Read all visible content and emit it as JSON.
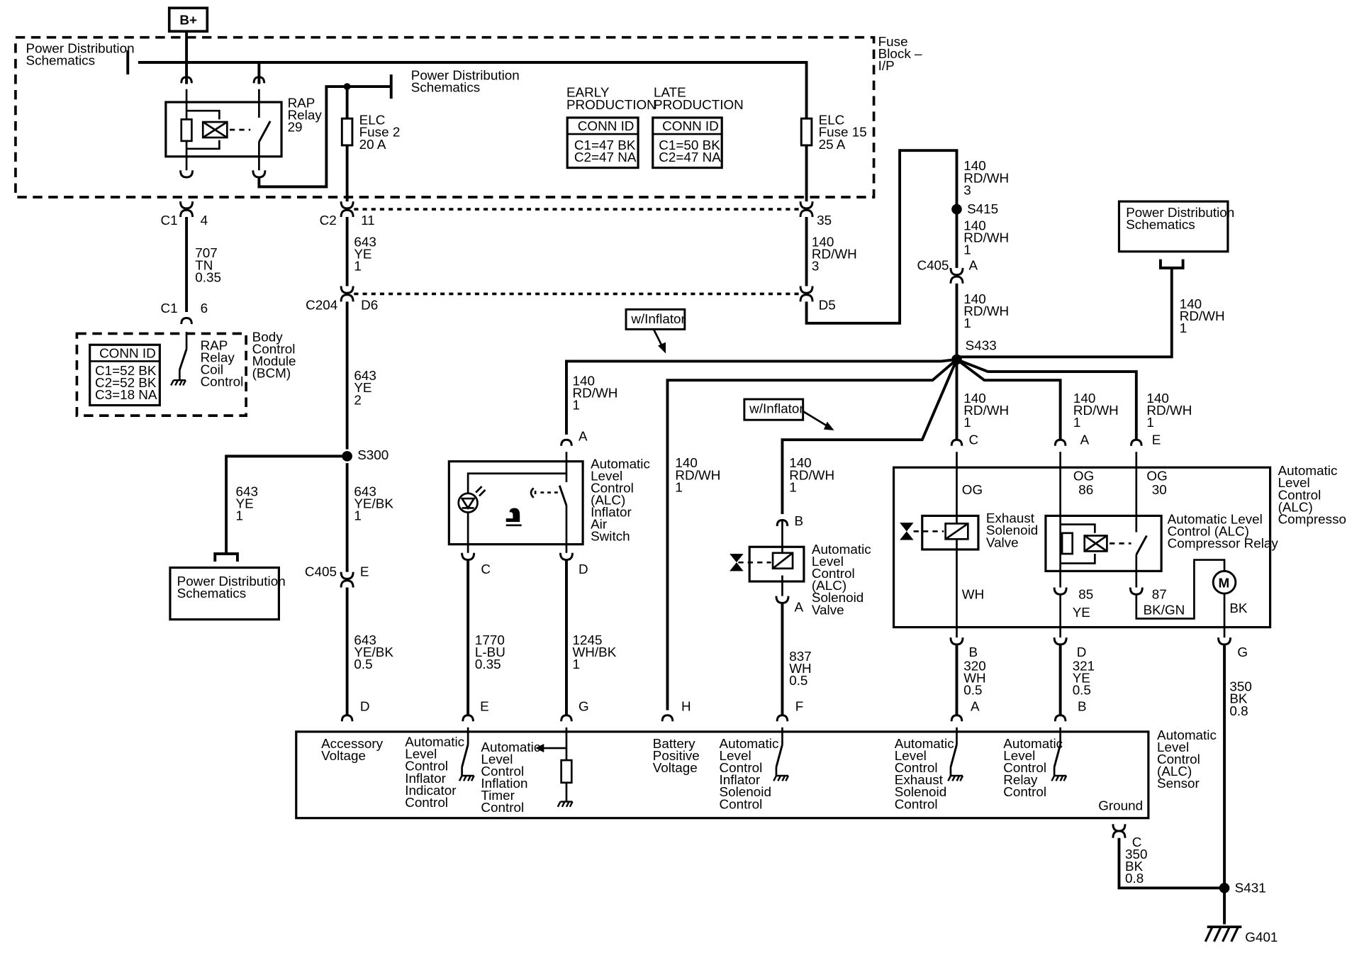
{
  "battery": {
    "label": "B+"
  },
  "fuse_block": {
    "label": [
      "Fuse",
      "Block –",
      "I/P"
    ]
  },
  "pd_top_left": [
    "Power Distribution",
    "Schematics"
  ],
  "pd_top_mid": [
    "Power Distribution",
    "Schematics"
  ],
  "pd_right": [
    "Power Distribution",
    "Schematics"
  ],
  "pd_left": [
    "Power Distribution",
    "Schematics"
  ],
  "rap_relay": [
    "RAP",
    "Relay",
    "29"
  ],
  "elc_fuse_2": [
    "ELC",
    "Fuse 2",
    "20 A"
  ],
  "elc_fuse_15": [
    "ELC",
    "Fuse 15",
    "25 A"
  ],
  "production": {
    "early": {
      "header": [
        "EARLY",
        "PRODUCTION"
      ],
      "conn_title": "CONN ID",
      "rows": [
        "C1=47 BK",
        "C2=47 NA"
      ]
    },
    "late": {
      "header": [
        "LATE",
        "PRODUCTION"
      ],
      "conn_title": "CONN ID",
      "rows": [
        "C1=50 BK",
        "C2=47 NA"
      ]
    }
  },
  "bcm": {
    "conn_title": "CONN ID",
    "rows": [
      "C1=52 BK",
      "C2=52 BK",
      "C3=18 NA"
    ],
    "rap_label": [
      "RAP",
      "Relay",
      "Coil",
      "Control"
    ],
    "title": [
      "Body",
      "Control",
      "Module",
      "(BCM)"
    ]
  },
  "connectors": {
    "c1_4": [
      "C1",
      "4"
    ],
    "c2_11": [
      "C2",
      "11"
    ],
    "pin_35": "35",
    "c1_6": [
      "C1",
      "6"
    ],
    "c204": [
      "C204",
      "D6"
    ],
    "d5": "D5",
    "c405_a": [
      "C405",
      "A"
    ],
    "c405_e": [
      "C405",
      "E"
    ]
  },
  "splices": {
    "s415": "S415",
    "s433": "S433",
    "s300": "S300",
    "s431": "S431"
  },
  "wires": {
    "w707": [
      "707",
      "TN",
      "0.35"
    ],
    "w643_c2": [
      "643",
      "YE",
      "1"
    ],
    "w140_35": [
      "140",
      "RD/WH",
      "3"
    ],
    "w643_2": [
      "643",
      "YE",
      "2"
    ],
    "w643_s300": [
      "643",
      "YE",
      "1"
    ],
    "w643_ybk1": [
      "643",
      "YE/BK",
      "1"
    ],
    "w643_ybk05": [
      "643",
      "YE/BK",
      "0.5"
    ],
    "w140_top": [
      "140",
      "RD/WH",
      "3"
    ],
    "w140_s415": [
      "140",
      "RD/WH",
      "1"
    ],
    "w140_c405": [
      "140",
      "RD/WH",
      "1"
    ],
    "w140_pd": [
      "140",
      "RD/WH",
      "1"
    ],
    "w140_switch": [
      "140",
      "RD/WH",
      "1"
    ],
    "w140_batt": [
      "140",
      "RD/WH",
      "1"
    ],
    "w140_sol": [
      "140",
      "RD/WH",
      "1"
    ],
    "w140_c": [
      "140",
      "RD/WH",
      "1"
    ],
    "w140_a": [
      "140",
      "RD/WH",
      "1"
    ],
    "w140_e": [
      "140",
      "RD/WH",
      "1"
    ],
    "w1770": [
      "1770",
      "L-BU",
      "0.35"
    ],
    "w1245": [
      "1245",
      "WH/BK",
      "1"
    ],
    "w837": [
      "837",
      "WH",
      "0.5"
    ],
    "w320": [
      "320",
      "WH",
      "0.5"
    ],
    "w321": [
      "321",
      "YE",
      "0.5"
    ],
    "w350_g": [
      "350",
      "BK",
      "0.8"
    ],
    "w350_c": [
      "350",
      "BK",
      "0.8"
    ]
  },
  "w_inflator_1": "w/Inflator",
  "w_inflator_2": "w/Inflator",
  "inflator_switch": [
    "Automatic",
    "Level",
    "Control",
    "(ALC)",
    "Inflator",
    "Air",
    "Switch"
  ],
  "solenoid_valve": [
    "Automatic",
    "Level",
    "Control",
    "(ALC)",
    "Solenoid",
    "Valve"
  ],
  "compressor": [
    "Automatic",
    "Level",
    "Control",
    "(ALC)",
    "Compressor"
  ],
  "exhaust_valve": [
    "Exhaust",
    "Solenoid",
    "Valve"
  ],
  "compressor_relay": [
    "Automatic Level",
    "Control (ALC)",
    "Compressor Relay"
  ],
  "motor_label": "M",
  "compressor_pins": {
    "og1": "OG",
    "og2": "OG",
    "n86": "86",
    "og3": "OG",
    "n30": "30",
    "wh": "WH",
    "n85": "85",
    "ye": "YE",
    "n87": "87",
    "bkgn": "BK/GN",
    "bk": "BK"
  },
  "pins": {
    "a_sw": "A",
    "c_sw": "C",
    "d_sw": "D",
    "b_sol": "B",
    "a_sol": "A",
    "c_comp": "C",
    "a_comp": "A",
    "e_comp": "E",
    "b_comp": "B",
    "d_comp": "D",
    "g_comp": "G",
    "d_mod": "D",
    "e_mod": "E",
    "g_mod": "G",
    "h_mod": "H",
    "f_mod": "F",
    "a_mod": "A",
    "b_mod": "B",
    "c_mod": "C"
  },
  "sensor": {
    "title": [
      "Automatic",
      "Level",
      "Control",
      "(ALC)",
      "Sensor"
    ],
    "accessory": [
      "Accessory",
      "Voltage"
    ],
    "indicator": [
      "Automatic",
      "Level",
      "Control",
      "Inflator",
      "Indicator",
      "Control"
    ],
    "timer": [
      "Automatic",
      "Level",
      "Control",
      "Inflation",
      "Timer",
      "Control"
    ],
    "battery": [
      "Battery",
      "Positive",
      "Voltage"
    ],
    "inflator_sol": [
      "Automatic",
      "Level",
      "Control",
      "Inflator",
      "Solenoid",
      "Control"
    ],
    "exhaust": [
      "Automatic",
      "Level",
      "Control",
      "Exhaust",
      "Solenoid",
      "Control"
    ],
    "relay": [
      "Automatic",
      "Level",
      "Control",
      "Relay",
      "Control"
    ],
    "ground": "Ground"
  },
  "ground_g401": "G401"
}
